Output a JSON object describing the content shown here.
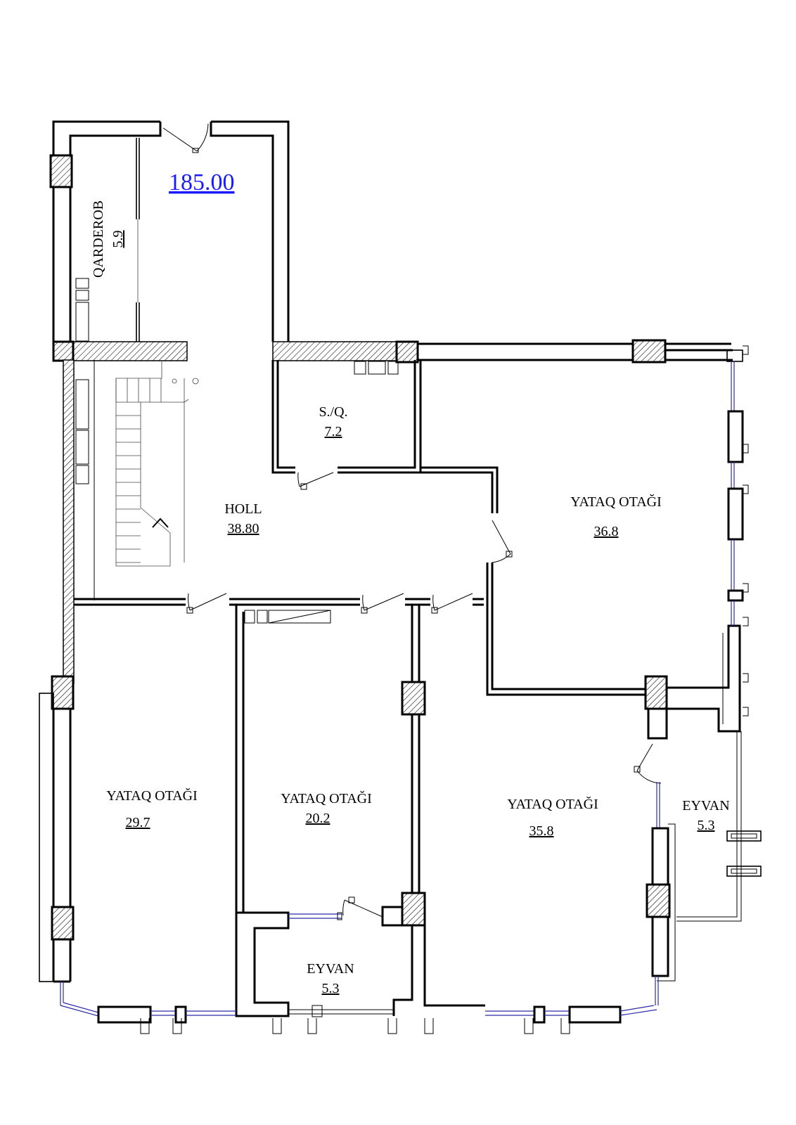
{
  "plan": {
    "total_area": "185.00",
    "rooms": [
      {
        "id": "qarderob",
        "name": "QARDEROB",
        "area": "5.9"
      },
      {
        "id": "sq",
        "name": "S./Q.",
        "area": "7.2"
      },
      {
        "id": "holl",
        "name": "HOLL",
        "area": "38.80"
      },
      {
        "id": "yataq-ne",
        "name": "YATAQ OTAĞI",
        "area": "36.8"
      },
      {
        "id": "yataq-w",
        "name": "YATAQ OTAĞI",
        "area": "29.7"
      },
      {
        "id": "yataq-c",
        "name": "YATAQ OTAĞI",
        "area": "20.2"
      },
      {
        "id": "yataq-se",
        "name": "YATAQ OTAĞI",
        "area": "35.8"
      },
      {
        "id": "eyvan-e",
        "name": "EYVAN",
        "area": "5.3"
      },
      {
        "id": "eyvan-s",
        "name": "EYVAN",
        "area": "5.3"
      }
    ]
  }
}
